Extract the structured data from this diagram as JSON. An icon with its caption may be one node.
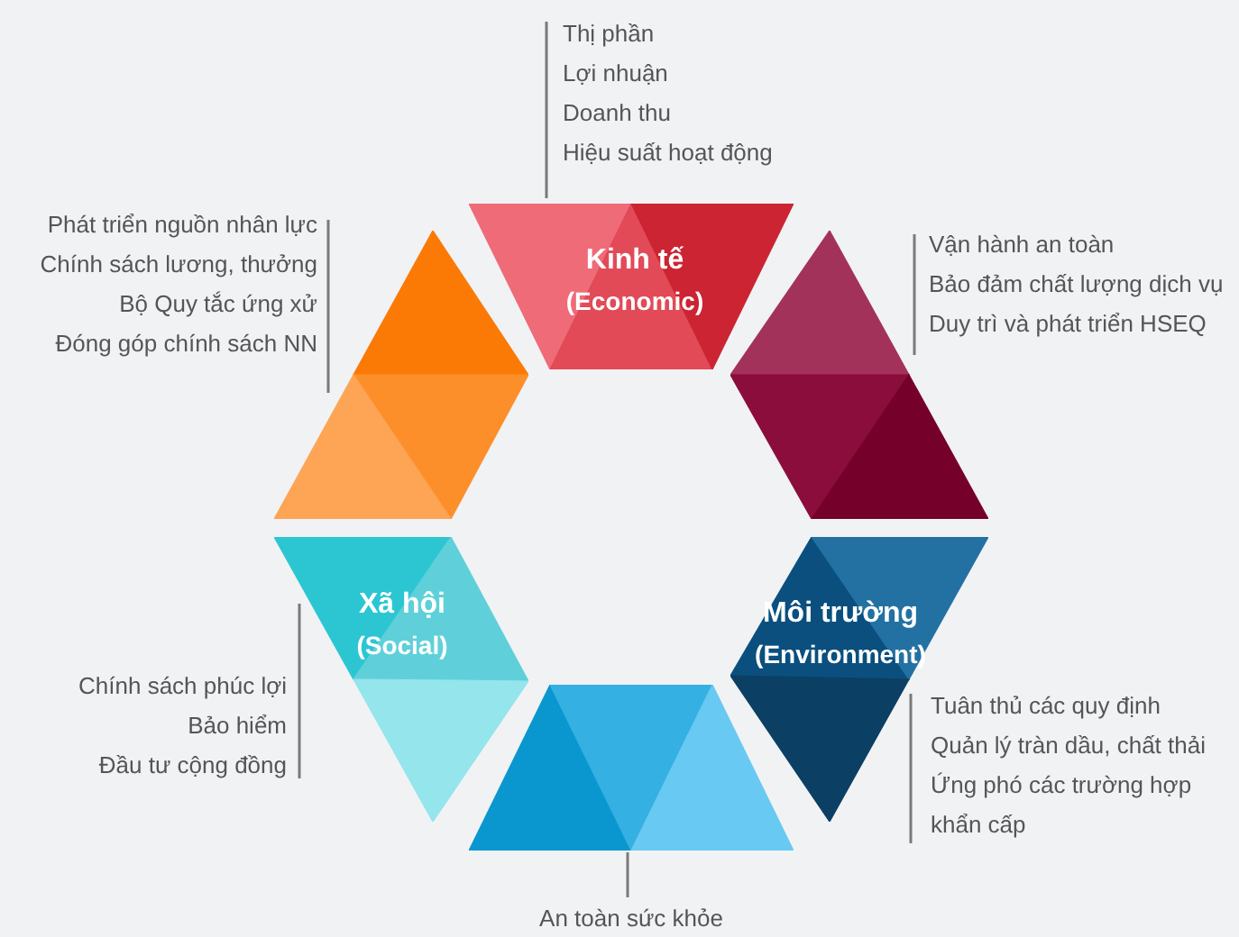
{
  "diagram": {
    "nodes": [
      {
        "text": [
          "Kinh tế",
          "(Economic)"
        ],
        "beside": [
          "Thị phần",
          "Lợi nhuận",
          "Doanh thu",
          "Hiệu suất hoạt động"
        ]
      },
      {
        "text": [],
        "shape": "parallelogram",
        "beside": [
          "Phát triển nguồn nhân lực",
          "Chính sách lương, thưởng",
          "Bộ Quy tắc ứng xử",
          "Đóng góp chính sách NN"
        ]
      },
      {
        "text": [],
        "shape": "parallelogram",
        "beside": [
          "Vận hành an toàn",
          "Bảo đảm chất lượng dịch vụ",
          "Duy trì và phát triển HSEQ"
        ]
      },
      {
        "text": [
          "Xã hội",
          "(Social)"
        ],
        "beside": [
          "Chính sách phúc lợi",
          "Bảo hiểm",
          "Đầu tư cộng đồng"
        ]
      },
      {
        "text": [
          "Môi trường",
          "(Environment)"
        ],
        "beside": [
          "Tuân thủ các quy định",
          "Quản lý tràn dầu, chất thải",
          "Ứng phó các trường hợp khẩn cấp"
        ]
      },
      {
        "text": [],
        "shape": "trapezoid",
        "beside": [
          "An toàn sức khỏe"
        ]
      }
    ]
  }
}
